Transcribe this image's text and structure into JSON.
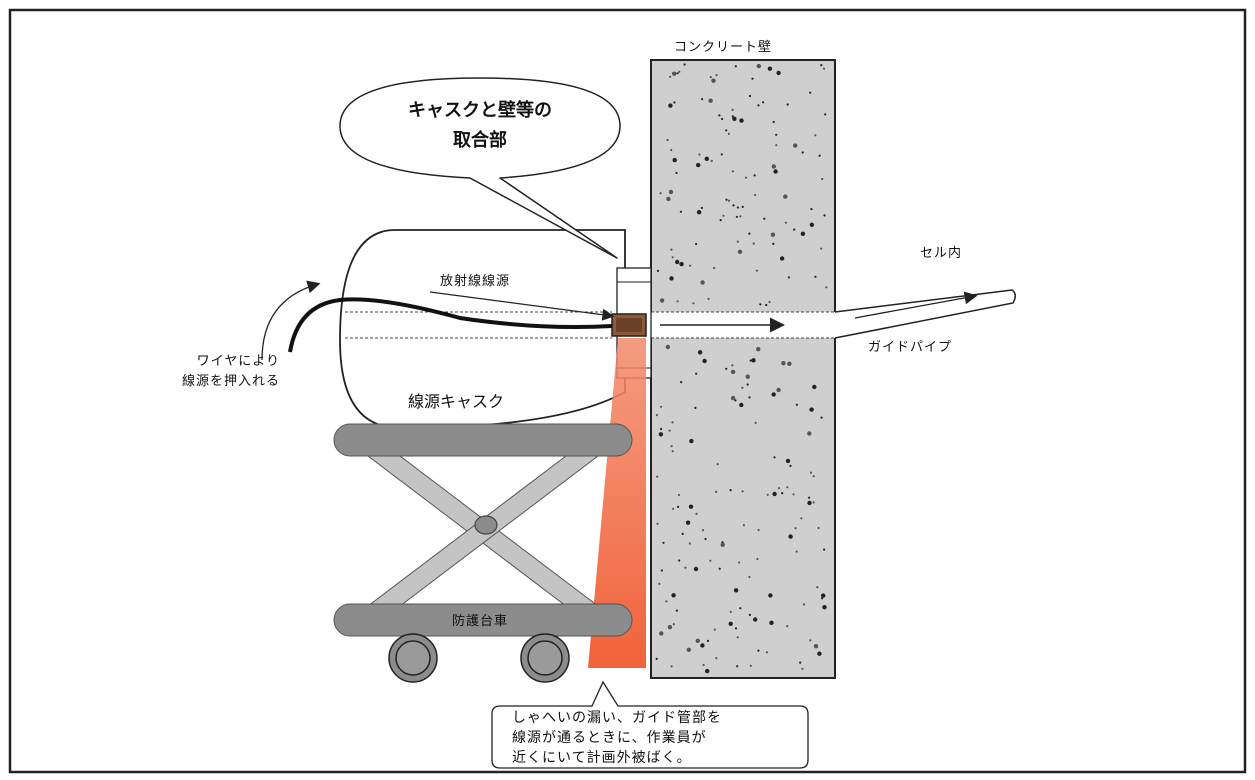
{
  "labels": {
    "wall": "コンクリート壁",
    "cell_inside": "セル内",
    "guide_pipe": "ガイドパイプ",
    "radiation_source": "放射線線源",
    "wire_push_line1": "ワイヤにより",
    "wire_push_line2": "線源を押入れる",
    "source_cask": "線源キャスク",
    "cart": "防護台車"
  },
  "callout": {
    "line1": "キャスクと壁等の",
    "line2": "取合部"
  },
  "note": {
    "line1": "しゃへいの漏い、ガイド管部を",
    "line2": "線源が通るときに、作業員が",
    "line3": "近くにいて計画外被ばく。"
  },
  "colors": {
    "wall_fill": "#cfcfcf",
    "cart_fill": "#8c8c8c",
    "cart_frame": "#c4c4c4",
    "beam": "#f06a45",
    "outline": "#222222"
  }
}
